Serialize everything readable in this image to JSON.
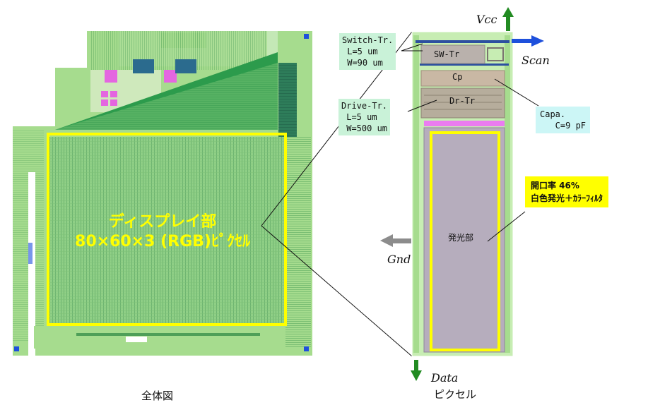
{
  "chip": {
    "display_label_line1": "ディスプレイ部",
    "display_label_line2": "80×60×3 (RGB)ﾋﾟｸｾﾙ",
    "caption": "全体図"
  },
  "pixel": {
    "sw_tr_label": "SW-Tr",
    "cp_label": "Cp",
    "dr_tr_label": "Dr-Tr",
    "emit_label": "発光部",
    "caption": "ピクセル"
  },
  "callouts": {
    "switch_tr": "Switch-Tr.\n L=5 um\n W=90 um",
    "drive_tr": "Drive-Tr.\n L=5 um\n W=500 um",
    "capa": "Capa.\n   C=9 pF",
    "aperture": "開口率 46%\n白色発光＋ｶﾗｰﾌｨﾙﾀ"
  },
  "signals": {
    "vcc": "Vcc",
    "scan": "Scan",
    "gnd": "Gnd",
    "data": "Data"
  },
  "colors": {
    "chip_green": "#a6dc8e",
    "highlight_yellow": "#ffff00",
    "vcc_arrow": "#228b22",
    "scan_arrow": "#1e50dc",
    "gnd_arrow": "#8c8c8c"
  }
}
